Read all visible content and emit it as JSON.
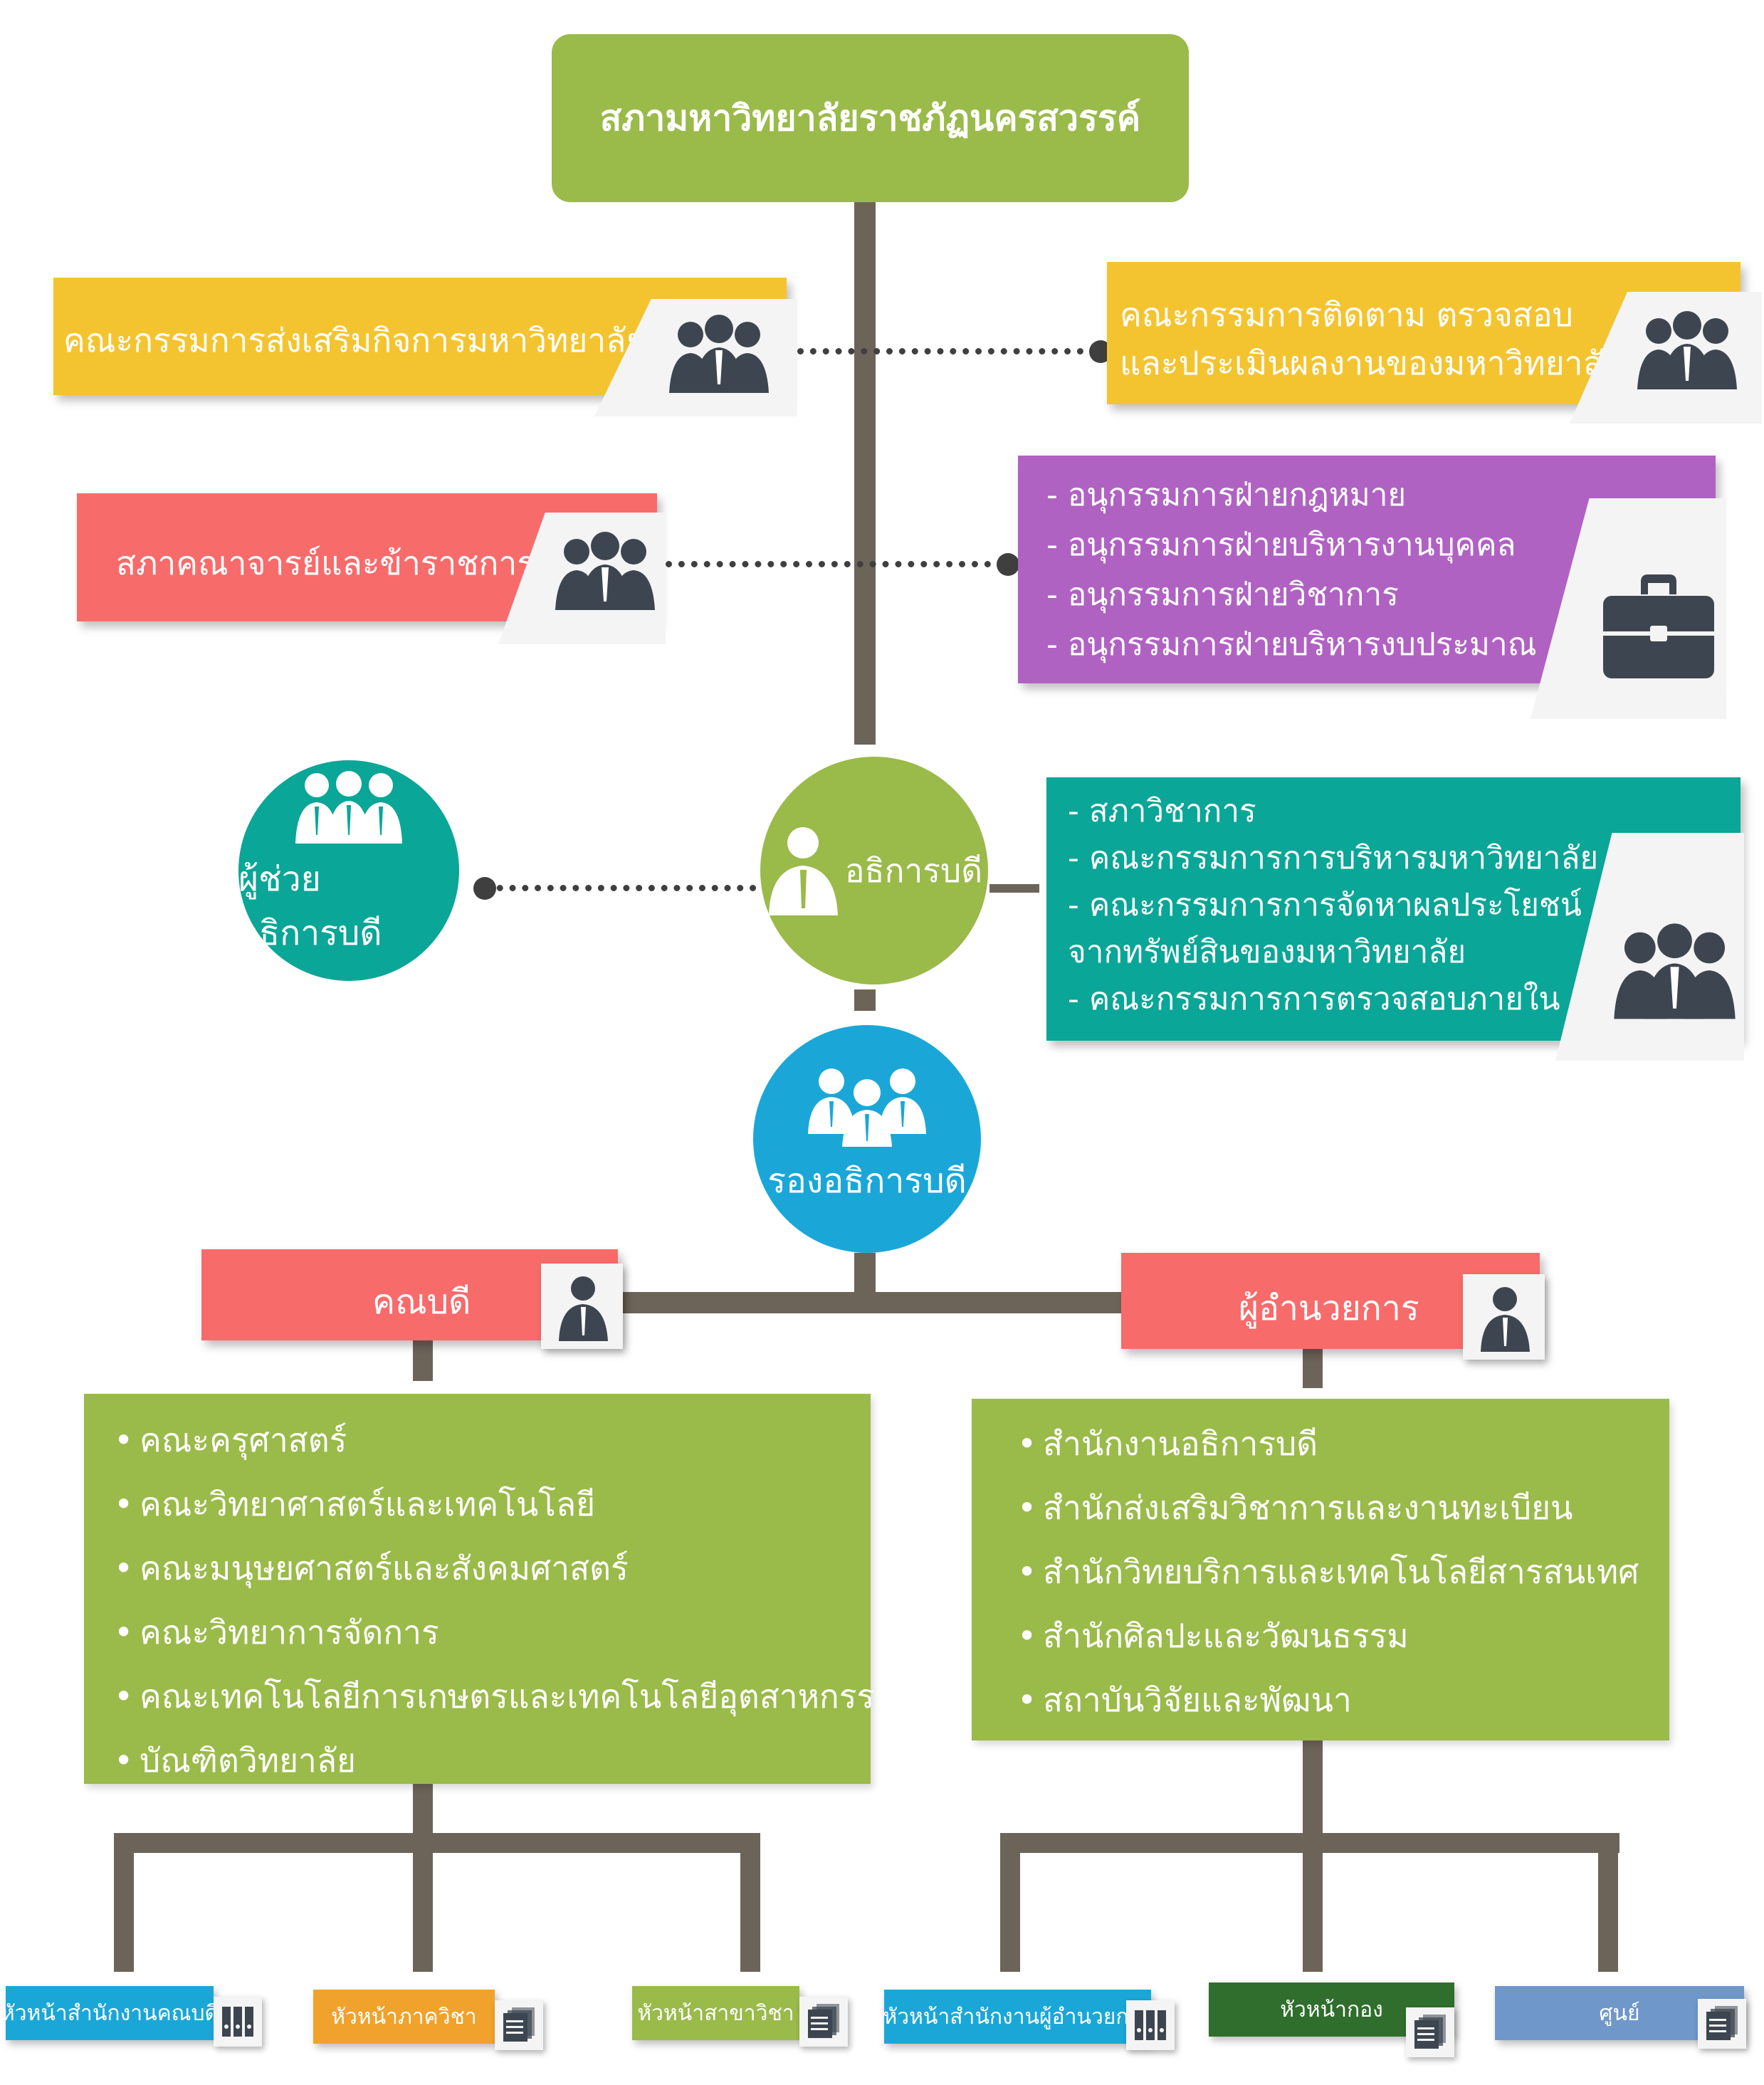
{
  "title": "สภามหาวิทยาลัยราชภัฏนครสวรรค์",
  "committee_promotion": "คณะกรรมการส่งเสริมกิจการมหาวิทยาลัย",
  "committee_monitoring": [
    "คณะกรรมการติดตาม ตรวจสอบ",
    "และประเมินผลงานของมหาวิทยาลัย"
  ],
  "faculty_senate": "สภาคณาจารย์และข้าราชการ",
  "subcommittees": [
    "- อนุกรรมการฝ่ายกฎหมาย",
    "- อนุกรรมการฝ่ายบริหารงานบุคคล",
    "- อนุกรรมการฝ่ายวิชาการ",
    "- อนุกรรมการฝ่ายบริหารงบประมาณ"
  ],
  "assistant_president": "ผู้ช่วยอธิการบดี",
  "president": "อธิการบดี",
  "president_committees": [
    "- สภาวิชาการ",
    "- คณะกรรมการการบริหารมหาวิทยาลัย",
    "- คณะกรรมการการจัดหาผลประโยชน์",
    "  จากทรัพย์สินของมหาวิทยาลัย",
    "- คณะกรรมการการตรวจสอบภายใน"
  ],
  "vice_president": "รองอธิการบดี",
  "dean": "คณบดี",
  "director": "ผู้อำนวยการ",
  "faculties": [
    "คณะครุศาสตร์",
    "คณะวิทยาศาสตร์และเทคโนโลยี",
    "คณะมนุษยศาสตร์และสังคมศาสตร์",
    "คณะวิทยาการจัดการ",
    "คณะเทคโนโลยีการเกษตรและเทคโนโลยีอุตสาหกรรม",
    "บัณฑิตวิทยาลัย"
  ],
  "offices": [
    "สำนักงานอธิการบดี",
    "สำนักส่งเสริมวิชาการและงานทะเบียน",
    "สำนักวิทยบริการและเทคโนโลยีสารสนเทศ",
    "สำนักศิลปะและวัฒนธรรม",
    "สถาบันวิจัยและพัฒนา"
  ],
  "leaves": [
    {
      "label": "หัวหน้าสำนักงานคณบดี",
      "color": "#1aa7d8"
    },
    {
      "label": "หัวหน้าภาควิชา",
      "color": "#f0a22c"
    },
    {
      "label": "หัวหน้าสาขาวิชา",
      "color": "#9aba4a"
    },
    {
      "label": "หัวหน้าสำนักงานผู้อำนวยการ",
      "color": "#1aa7d8"
    },
    {
      "label": "หัวหน้ากอง",
      "color": "#2f6e2c"
    },
    {
      "label": "ศูนย์",
      "color": "#6f97c9"
    }
  ],
  "colors": {
    "green": "#9aba4a",
    "yellow": "#f4c430",
    "red": "#f86b6b",
    "purple": "#b062c3",
    "teal": "#0aa697",
    "blue": "#1aa7d8",
    "line": "#6d6459"
  },
  "icons": [
    "group-icon",
    "briefcase-icon",
    "person-icon",
    "document-icon",
    "binders-icon"
  ]
}
